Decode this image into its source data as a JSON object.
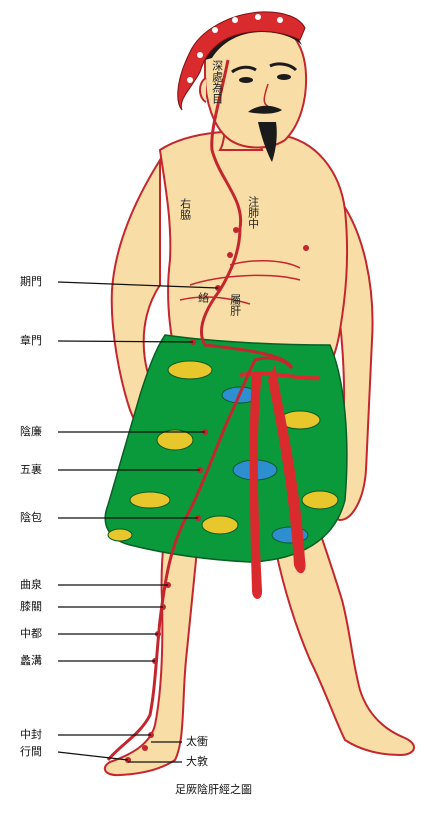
{
  "colors": {
    "skin": "#f8dea6",
    "outline": "#c4262e",
    "meridian": "#c4262e",
    "cloth_green": "#0a9a3b",
    "cloth_spot_yellow": "#e7c72b",
    "cloth_spot_blue": "#2d8fd0",
    "headband": "#d92a2d",
    "hair": "#1b1b1b"
  },
  "points_left": [
    "期門",
    "章門",
    "陰廉",
    "五裏",
    "陰包",
    "曲泉",
    "膝關",
    "中都",
    "蠡溝",
    "中封",
    "行間"
  ],
  "points_right": [
    "太衝",
    "大敦"
  ],
  "body_labels": {
    "head": "深處為目",
    "shoulder": "右脇",
    "chest": "注肺中",
    "abdomen_left": "絡",
    "abdomen_right": "屬肝"
  },
  "caption": "足厥陰肝經之圖"
}
